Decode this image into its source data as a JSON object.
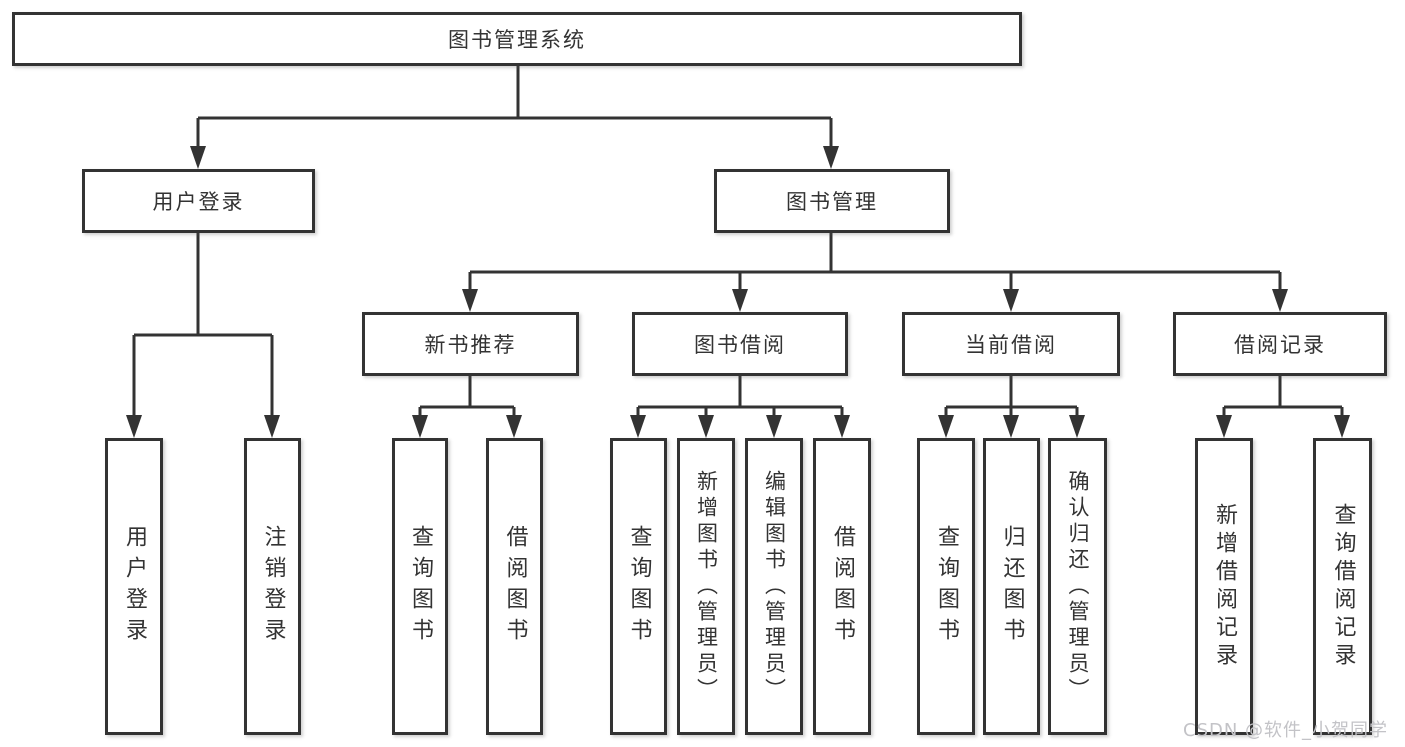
{
  "diagram": {
    "type": "hierarchy-tree",
    "watermark": "CSDN @软件_小贺同学",
    "colors": {
      "line": "#333333",
      "box_border": "#333333",
      "text": "#333333",
      "background": "#ffffff",
      "watermark": "#c3c3c7"
    },
    "nodes": {
      "root": {
        "label": "图书管理系统",
        "children": [
          "user_login",
          "book_mgmt"
        ]
      },
      "user_login": {
        "label": "用户登录",
        "children": [
          "leaf_user_login",
          "leaf_logout"
        ]
      },
      "book_mgmt": {
        "label": "图书管理",
        "children": [
          "new_book_rec",
          "book_borrow",
          "current_borrow",
          "borrow_records"
        ]
      },
      "new_book_rec": {
        "label": "新书推荐",
        "children": [
          "leaf_query_book_1",
          "leaf_borrow_book_1"
        ]
      },
      "book_borrow": {
        "label": "图书借阅",
        "children": [
          "leaf_query_book_2",
          "leaf_add_book",
          "leaf_edit_book",
          "leaf_borrow_book_2"
        ]
      },
      "current_borrow": {
        "label": "当前借阅",
        "children": [
          "leaf_query_book_3",
          "leaf_return_book",
          "leaf_confirm_return"
        ]
      },
      "borrow_records": {
        "label": "借阅记录",
        "children": [
          "leaf_add_record",
          "leaf_query_record"
        ]
      },
      "leaf_user_login": {
        "label": "用户登录"
      },
      "leaf_logout": {
        "label": "注销登录"
      },
      "leaf_query_book_1": {
        "label": "查询图书"
      },
      "leaf_borrow_book_1": {
        "label": "借阅图书"
      },
      "leaf_query_book_2": {
        "label": "查询图书"
      },
      "leaf_add_book": {
        "label": "新增图书（管理员）"
      },
      "leaf_edit_book": {
        "label": "编辑图书（管理员）"
      },
      "leaf_borrow_book_2": {
        "label": "借阅图书"
      },
      "leaf_query_book_3": {
        "label": "查询图书"
      },
      "leaf_return_book": {
        "label": "归还图书"
      },
      "leaf_confirm_return": {
        "label": "确认归还（管理员）"
      },
      "leaf_add_record": {
        "label": "新增借阅记录"
      },
      "leaf_query_record": {
        "label": "查询借阅记录"
      }
    }
  }
}
